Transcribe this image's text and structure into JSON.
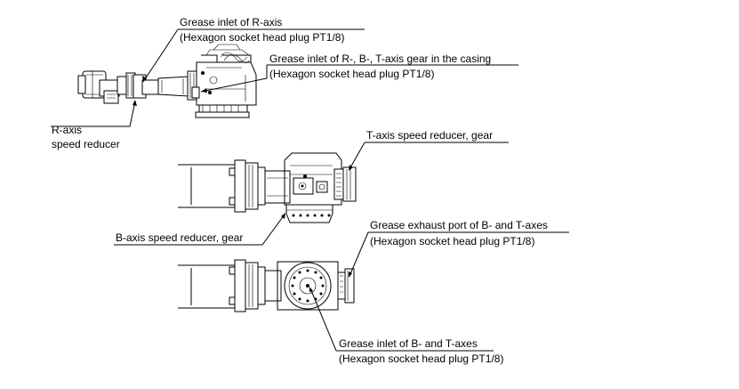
{
  "callouts": {
    "r_inlet": {
      "line1": "Grease inlet of R-axis",
      "line2": "(Hexagon socket head plug PT1/8)"
    },
    "rbt_inlet": {
      "line1": "Grease inlet of R-, B-, T-axis gear in the casing",
      "line2": "(Hexagon socket head plug PT1/8)"
    },
    "r_reducer": {
      "line1": "R-axis",
      "line2": "speed reducer"
    },
    "t_reducer": {
      "line1": "T-axis speed reducer, gear"
    },
    "b_reducer": {
      "line1": "B-axis speed reducer, gear"
    },
    "bt_exhaust": {
      "line1": "Grease exhaust port of B- and T-axes",
      "line2": "(Hexagon socket head plug PT1/8)"
    },
    "bt_inlet": {
      "line1": "Grease inlet of B- and T-axes",
      "line2": "(Hexagon socket head plug PT1/8)"
    }
  }
}
